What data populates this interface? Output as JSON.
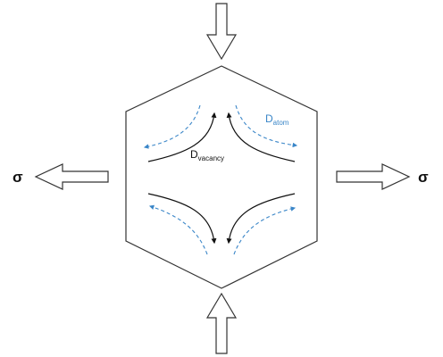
{
  "labels": {
    "stress_left": "σ",
    "stress_right": "σ",
    "vacancy_main": "D",
    "vacancy_sub": "vacancy",
    "atom_main": "D",
    "atom_sub": "atom"
  },
  "colors": {
    "outline": "#333333",
    "vacancy_flux": "#111111",
    "atom_flux": "#3a86c8",
    "arrow_fill": "#ffffff"
  }
}
